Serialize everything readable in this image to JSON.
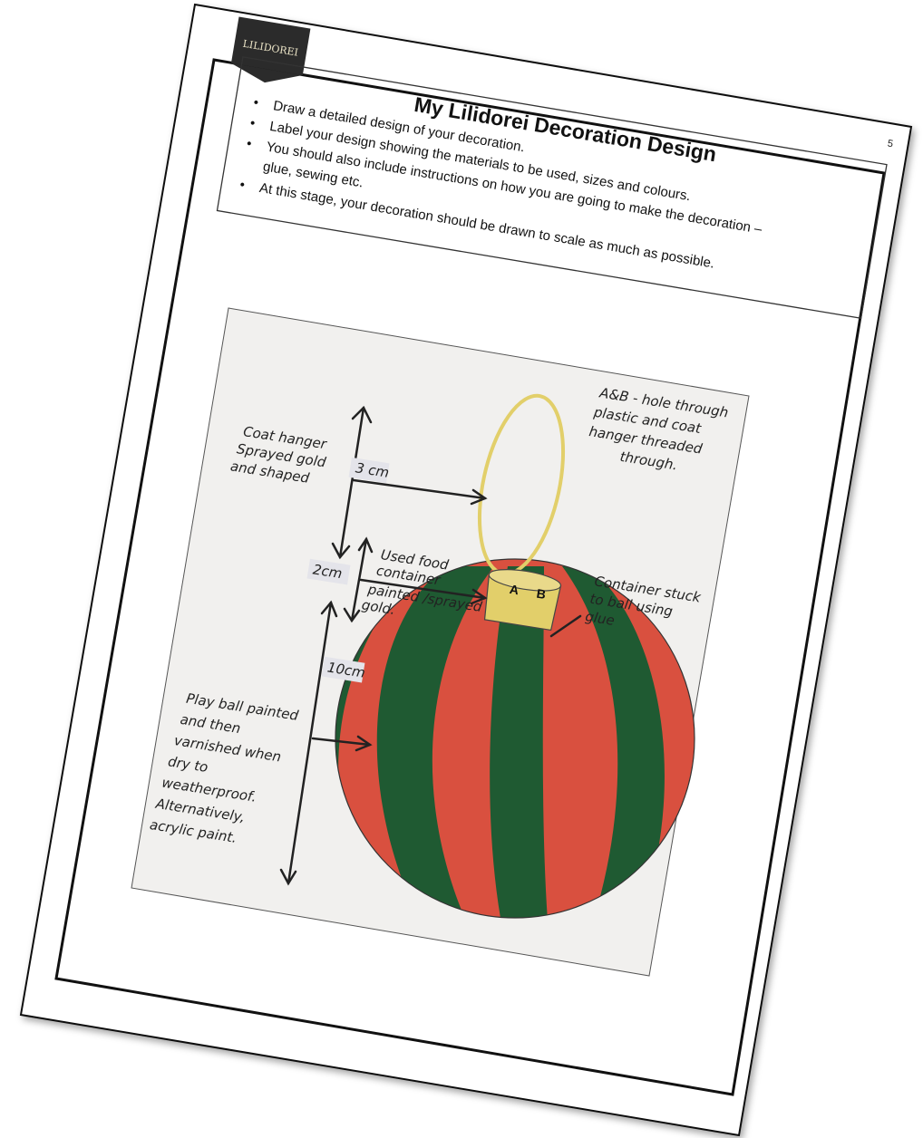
{
  "page": {
    "logo_text": "LILIDOREI",
    "page_number": "5",
    "title": "My Lilidorei Decoration Design",
    "instructions": [
      "Draw a detailed design of your decoration.",
      "Label your design showing the materials to be used, sizes and colours.",
      "You should also include instructions on how you are going to make the decoration –",
      "glue, sewing etc.",
      "At this stage, your decoration should be drawn to scale as much as possible."
    ]
  },
  "drawing": {
    "colors": {
      "red": "#d9503f",
      "green": "#1f5a32",
      "gold": "#e2cf6a",
      "paper": "#f1f0ee"
    },
    "labels": {
      "coat_hanger": [
        "Coat hanger",
        "Sprayed gold",
        "and shaped"
      ],
      "dim_3cm": "3 cm",
      "hole_note": [
        "A&B - hole through",
        "plastic and coat",
        "hanger threaded",
        "through."
      ],
      "dim_2cm": "2cm",
      "food_container": [
        "Used food",
        "container",
        "painted /sprayed",
        "gold."
      ],
      "A": "A",
      "B": "B",
      "container_stuck": [
        "Container stuck",
        "to ball using",
        "glue"
      ],
      "dim_10cm": "10cm",
      "play_ball": [
        "Play ball painted",
        "and then",
        "varnished when",
        "dry to",
        "weatherproof.",
        "Alternatively,",
        "acrylic paint."
      ]
    }
  }
}
